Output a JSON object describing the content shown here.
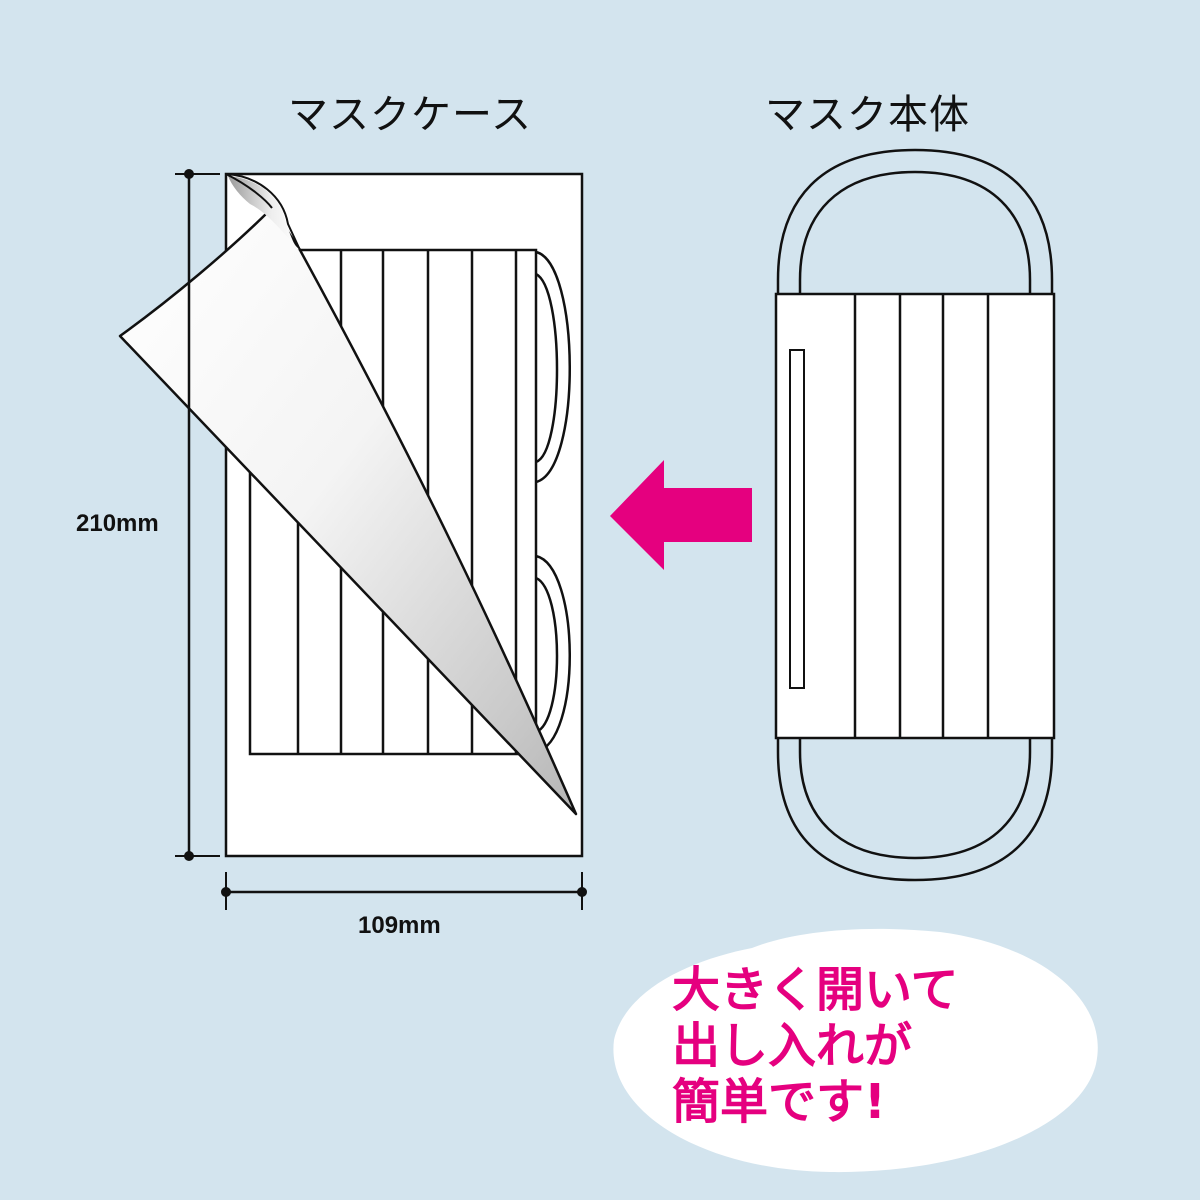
{
  "labels": {
    "case_title": "マスクケース",
    "mask_title": "マスク本体",
    "height_dim": "210mm",
    "width_dim": "109mm"
  },
  "callout": {
    "lines": [
      "大きく開いて",
      "出し入れが",
      "簡単です!"
    ]
  },
  "colors": {
    "background": "#d3e4ee",
    "arrow": "#e5007f",
    "callout_text": "#e5007f",
    "outline": "#111111",
    "fill": "#ffffff"
  },
  "icons": {
    "arrow": "left-arrow-icon"
  }
}
